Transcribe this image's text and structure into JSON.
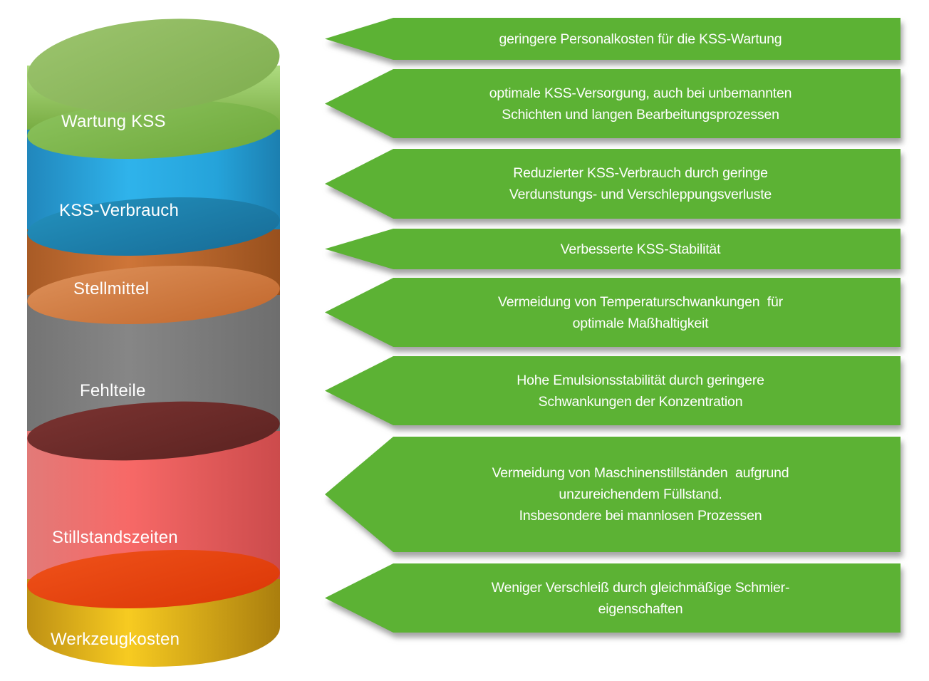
{
  "figure": {
    "type": "cost-benefit-cylinder-diagram",
    "background_color": "#FFFFFF"
  },
  "cylinder": {
    "label_text_color": "#FFFFFF",
    "top_face_color": "#8FBC63",
    "segments": [
      {
        "label": "Wartung KSS",
        "band_color": "#8DC05B",
        "face_color": "#7CB54A"
      },
      {
        "label": "KSS-Verbrauch",
        "band_color": "#29ABE2",
        "face_color": "#2190BC"
      },
      {
        "label": "Stellmittel",
        "band_color": "#C97338",
        "face_color": "#CE7A42"
      },
      {
        "label": "Fehlteile",
        "band_color": "#7D7D7D",
        "face_color": "#6B2A28"
      },
      {
        "label": "Stillstandszeiten",
        "band_color": "#F06563",
        "face_color": "#E8430F"
      },
      {
        "label": "Werkzeugkosten",
        "band_color": "#EFC31D",
        "face_color": "#F3CC35"
      }
    ]
  },
  "arrows": {
    "fill_color": "#5CB234",
    "text_color": "#FFFFFF",
    "items": [
      {
        "lines": [
          "geringere Personalkosten für die KSS-Wartung"
        ]
      },
      {
        "lines": [
          "optimale KSS-Versorgung, auch bei unbemannten",
          "Schichten und langen Bearbeitungsprozessen"
        ]
      },
      {
        "lines": [
          "Reduzierter KSS-Verbrauch durch geringe",
          "Verdunstungs- und Verschleppungsverluste"
        ]
      },
      {
        "lines": [
          "Verbesserte KSS-Stabilität"
        ]
      },
      {
        "lines": [
          "Vermeidung von Temperaturschwankungen  für",
          "optimale Maßhaltigkeit"
        ]
      },
      {
        "lines": [
          "Hohe Emulsionsstabilität durch geringere",
          "Schwankungen der Konzentration"
        ]
      },
      {
        "lines": [
          "Vermeidung von Maschinenstillständen  aufgrund",
          "unzureichendem Füllstand.",
          "Insbesondere bei mannlosen Prozessen"
        ]
      },
      {
        "lines": [
          "Weniger Verschleiß durch gleichmäßige Schmier-",
          "eigenschaften"
        ]
      }
    ]
  }
}
